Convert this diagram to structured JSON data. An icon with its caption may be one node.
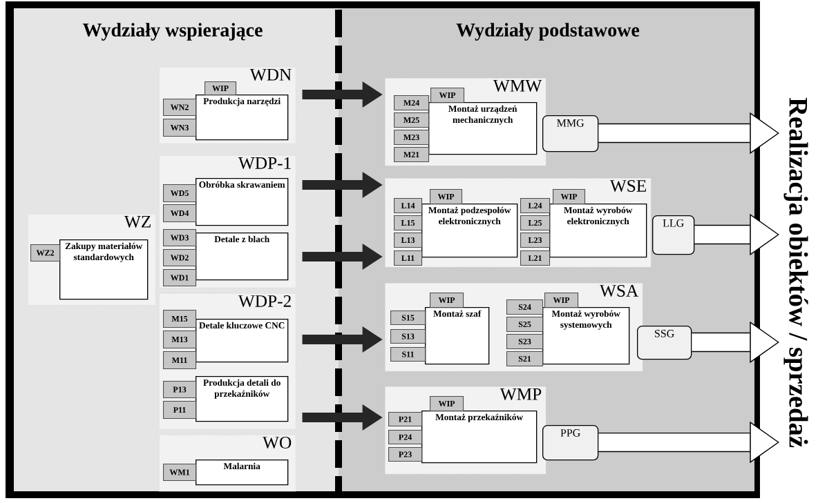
{
  "diagram": {
    "nodes": [
      {
        "text": [
          "WDN"
        ]
      },
      {
        "text": [
          "WIP"
        ],
        "in": 0
      },
      {
        "text": [
          "Produkcja narzędzi"
        ],
        "in": 0
      },
      {
        "text": [
          "WN2"
        ],
        "in": 0
      },
      {
        "text": [
          "WN3"
        ],
        "in": 0
      },
      {
        "text": [
          "WDP-1"
        ]
      },
      {
        "text": [
          "Obróbka skrawaniem"
        ],
        "in": 5
      },
      {
        "text": [
          "WD5"
        ],
        "in": 5
      },
      {
        "text": [
          "WD4"
        ],
        "in": 5
      },
      {
        "text": [
          "Detale z blach"
        ],
        "in": 5
      },
      {
        "text": [
          "WD3"
        ],
        "in": 5
      },
      {
        "text": [
          "WD2"
        ],
        "in": 5
      },
      {
        "text": [
          "WD1"
        ],
        "in": 5
      },
      {
        "text": [
          "WZ"
        ]
      },
      {
        "text": [
          "Zakupy materiałów standardowych"
        ],
        "in": 13
      },
      {
        "text": [
          "WZ2"
        ],
        "in": 13
      },
      {
        "text": [
          "WDP-2"
        ]
      },
      {
        "text": [
          "Detale kluczowe CNC"
        ],
        "in": 16
      },
      {
        "text": [
          "M15"
        ],
        "in": 16
      },
      {
        "text": [
          "M13"
        ],
        "in": 16
      },
      {
        "text": [
          "M11"
        ],
        "in": 16
      },
      {
        "text": [
          "Produkcja detali do przekaźników"
        ],
        "in": 16
      },
      {
        "text": [
          "P13"
        ],
        "in": 16
      },
      {
        "text": [
          "P11"
        ],
        "in": 16
      },
      {
        "text": [
          "WO"
        ]
      },
      {
        "text": [
          "Malarnia"
        ],
        "in": 24
      },
      {
        "text": [
          "WM1"
        ],
        "in": 24
      },
      {
        "text": [
          "WMW"
        ]
      },
      {
        "text": [
          "WIP"
        ],
        "in": 27
      },
      {
        "text": [
          "Montaż urządzeń mechanicznych"
        ],
        "in": 27
      },
      {
        "text": [
          "M24"
        ],
        "in": 27
      },
      {
        "text": [
          "M25"
        ],
        "in": 27
      },
      {
        "text": [
          "M23"
        ],
        "in": 27
      },
      {
        "text": [
          "M21"
        ],
        "in": 27
      },
      {
        "text": [
          "MMG"
        ]
      },
      {
        "text": [
          "WSE"
        ]
      },
      {
        "text": [
          "WIP"
        ],
        "in": 35
      },
      {
        "text": [
          "Montaż podzespołów elektronicznych"
        ],
        "in": 35
      },
      {
        "text": [
          "L14"
        ],
        "in": 35
      },
      {
        "text": [
          "L15"
        ],
        "in": 35
      },
      {
        "text": [
          "L13"
        ],
        "in": 35
      },
      {
        "text": [
          "L11"
        ],
        "in": 35
      },
      {
        "text": [
          "WIP"
        ],
        "in": 35
      },
      {
        "text": [
          "Montaż wyrobów elektronicznych"
        ],
        "in": 35
      },
      {
        "text": [
          "L24"
        ],
        "in": 35
      },
      {
        "text": [
          "L25"
        ],
        "in": 35
      },
      {
        "text": [
          "L23"
        ],
        "in": 35
      },
      {
        "text": [
          "L21"
        ],
        "in": 35
      },
      {
        "text": [
          "LLG"
        ]
      },
      {
        "text": [
          "WSA"
        ]
      },
      {
        "text": [
          "WIP"
        ],
        "in": 49
      },
      {
        "text": [
          "Montaż szaf"
        ],
        "in": 49
      },
      {
        "text": [
          "S15"
        ],
        "in": 49
      },
      {
        "text": [
          "S13"
        ],
        "in": 49
      },
      {
        "text": [
          "S11"
        ],
        "in": 49
      },
      {
        "text": [
          "WIP"
        ],
        "in": 49
      },
      {
        "text": [
          "Montaż wyrobów systemowych"
        ],
        "in": 49
      },
      {
        "text": [
          "S24"
        ],
        "in": 49
      },
      {
        "text": [
          "S25"
        ],
        "in": 49
      },
      {
        "text": [
          "S23"
        ],
        "in": 49
      },
      {
        "text": [
          "S21"
        ],
        "in": 49
      },
      {
        "text": [
          "SSG"
        ]
      },
      {
        "text": [
          "WMP"
        ]
      },
      {
        "text": [
          "WIP"
        ],
        "in": 62
      },
      {
        "text": [
          "Montaż przekaźników"
        ],
        "in": 62
      },
      {
        "text": [
          "P21"
        ],
        "in": 62
      },
      {
        "text": [
          "P24"
        ],
        "in": 62
      },
      {
        "text": [
          "P23"
        ],
        "in": 62
      },
      {
        "text": [
          "PPG"
        ]
      }
    ],
    "edges": [
      {
        "from": 0,
        "to": 27,
        "arrow": "to"
      },
      {
        "from": 5,
        "to": 35,
        "arrow": "to"
      },
      {
        "from": 5,
        "to": 35,
        "arrow": "to"
      },
      {
        "from": 16,
        "to": 49,
        "arrow": "to"
      },
      {
        "from": 16,
        "to": 62,
        "arrow": "to"
      },
      {
        "from": 34,
        "to": null,
        "arrow": "to",
        "style": "thick"
      },
      {
        "from": 48,
        "to": null,
        "arrow": "to",
        "style": "thick"
      },
      {
        "from": 61,
        "to": null,
        "arrow": "to",
        "style": "thick"
      },
      {
        "from": 68,
        "to": null,
        "arrow": "to",
        "style": "thick"
      }
    ],
    "labels": [
      "Wydziały wspierające",
      "Wydziały podstawowe",
      "Realizacja obiektów / sprzedaż"
    ]
  }
}
